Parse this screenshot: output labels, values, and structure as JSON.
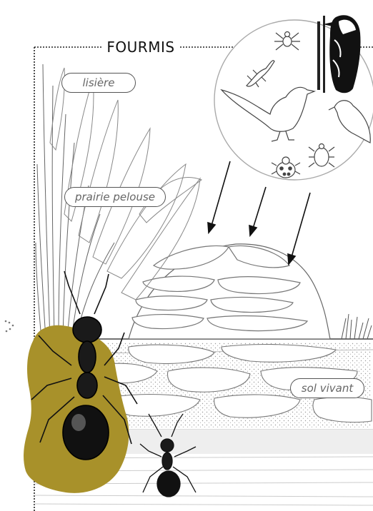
{
  "title": "FOURMIS",
  "labels": {
    "edge": "lisière",
    "meadow": "prairie pelouse",
    "soil": "sol vivant"
  },
  "predators": [
    "woodpecker-icon",
    "spider-icon",
    "lizard-icon",
    "roadrunner-icon",
    "bird-icon",
    "ladybug-icon",
    "tick-icon"
  ],
  "colors": {
    "accent_blob": "#a8912a",
    "line": "#333333",
    "soil_dots": "#9a9a9a"
  }
}
